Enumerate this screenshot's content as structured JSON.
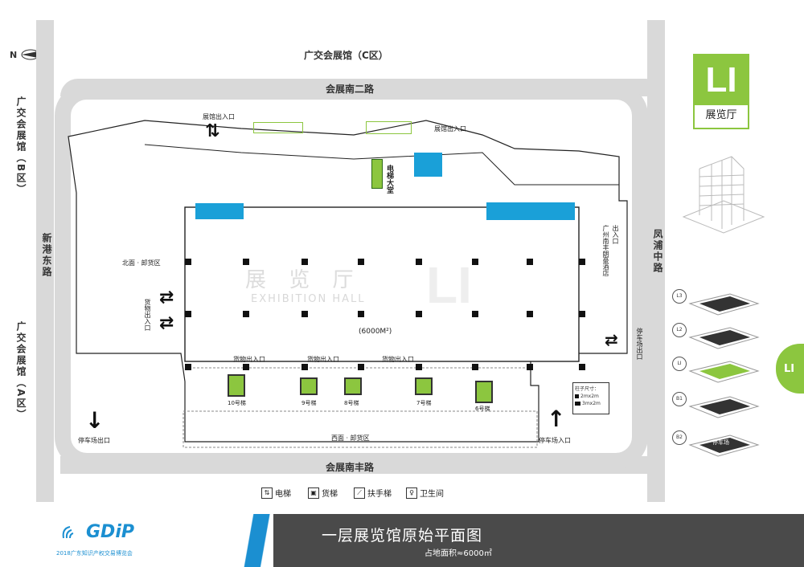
{
  "compass": {
    "north": "N"
  },
  "roads": {
    "top_building": "广交会展馆（C区）",
    "top_road": "会展南二路",
    "bottom_road": "会展南丰路",
    "left_top": "广交会展馆（B区）",
    "left_mid": "新港东路",
    "left_bottom": "广交会展馆（A区）",
    "right": "凤浦中路"
  },
  "badge": {
    "code": "LI",
    "name": "展览厅"
  },
  "hall": {
    "watermark_cn": "展 览 厅",
    "watermark_en": "EXHIBITION HALL",
    "area": "(6000M²)"
  },
  "gates": {
    "entrance_top_left": "展馆出入口",
    "entrance_top_right": "展馆出入口",
    "escalator_hall": "电梯大堂",
    "north_loading": "北面 · 卸货区",
    "cargo_side": "货物出入口",
    "cargo1": "货物出入口",
    "cargo2": "货物出入口",
    "cargo3": "货物出入口",
    "west_loading": "西面 · 卸货区",
    "parking_exit_left": "停车场出口",
    "parking_entry": "停车场入口",
    "parking_exit_right": "停车场出口",
    "hotel": "广州南丰朗豪酒店",
    "hotel_gate": "出入口"
  },
  "lifts": [
    "10号梯",
    "9号梯",
    "8号梯",
    "7号梯",
    "6号梯"
  ],
  "pillar_sizes": {
    "title": "柱子尺寸：",
    "small": "2mx2m",
    "large": "3mx2m"
  },
  "floors": [
    "L3",
    "L2",
    "LI",
    "B1",
    "B2"
  ],
  "floor_b2_label": "停车场",
  "current_floor": "LI",
  "legend": {
    "elevator": "电梯",
    "cargo_lift": "货梯",
    "escalator": "扶手梯",
    "toilet": "卫生间"
  },
  "footer": {
    "logo": "GDiP",
    "logo_sub": "2018广东知识产权交易博览会",
    "title": "一层展览馆原始平面图",
    "area": "占地面积≈6000㎡"
  },
  "colors": {
    "accent_green": "#8cc63f",
    "toilet_blue": "#1aa0d8",
    "footer_dark": "#4a4a4a",
    "footer_blue": "#1b8fd1"
  }
}
